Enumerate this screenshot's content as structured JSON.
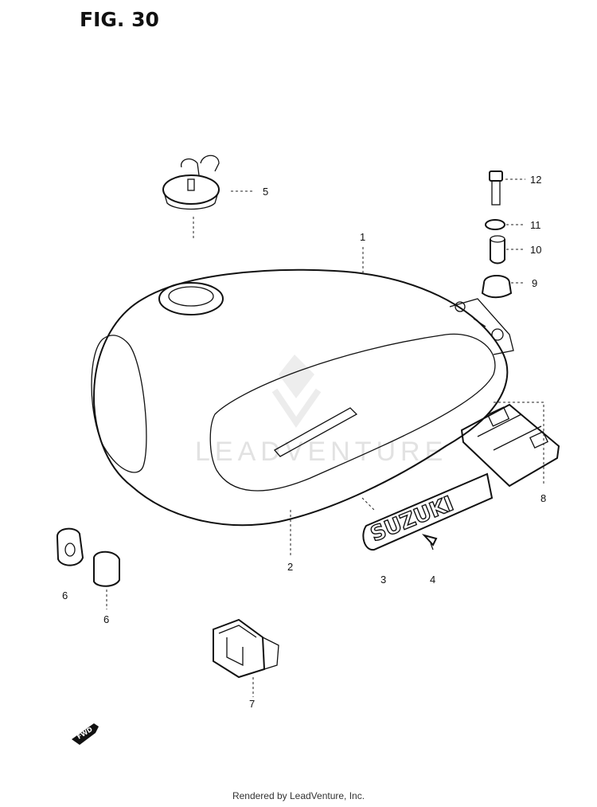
{
  "figure": {
    "title": "FIG. 30"
  },
  "callouts": [
    {
      "id": "1",
      "label": "1"
    },
    {
      "id": "2",
      "label": "2"
    },
    {
      "id": "3",
      "label": "3"
    },
    {
      "id": "4",
      "label": "4"
    },
    {
      "id": "5",
      "label": "5"
    },
    {
      "id": "6a",
      "label": "6"
    },
    {
      "id": "6b",
      "label": "6"
    },
    {
      "id": "7",
      "label": "7"
    },
    {
      "id": "8",
      "label": "8"
    },
    {
      "id": "9",
      "label": "9"
    },
    {
      "id": "10",
      "label": "10"
    },
    {
      "id": "11",
      "label": "11"
    },
    {
      "id": "12",
      "label": "12"
    }
  ],
  "emblem": {
    "text": "SUZUKI"
  },
  "fwd_arrow": {
    "text": "FWD"
  },
  "watermark": {
    "text": "LEADVENTURE"
  },
  "footer": {
    "text": "Rendered by LeadVenture, Inc."
  }
}
